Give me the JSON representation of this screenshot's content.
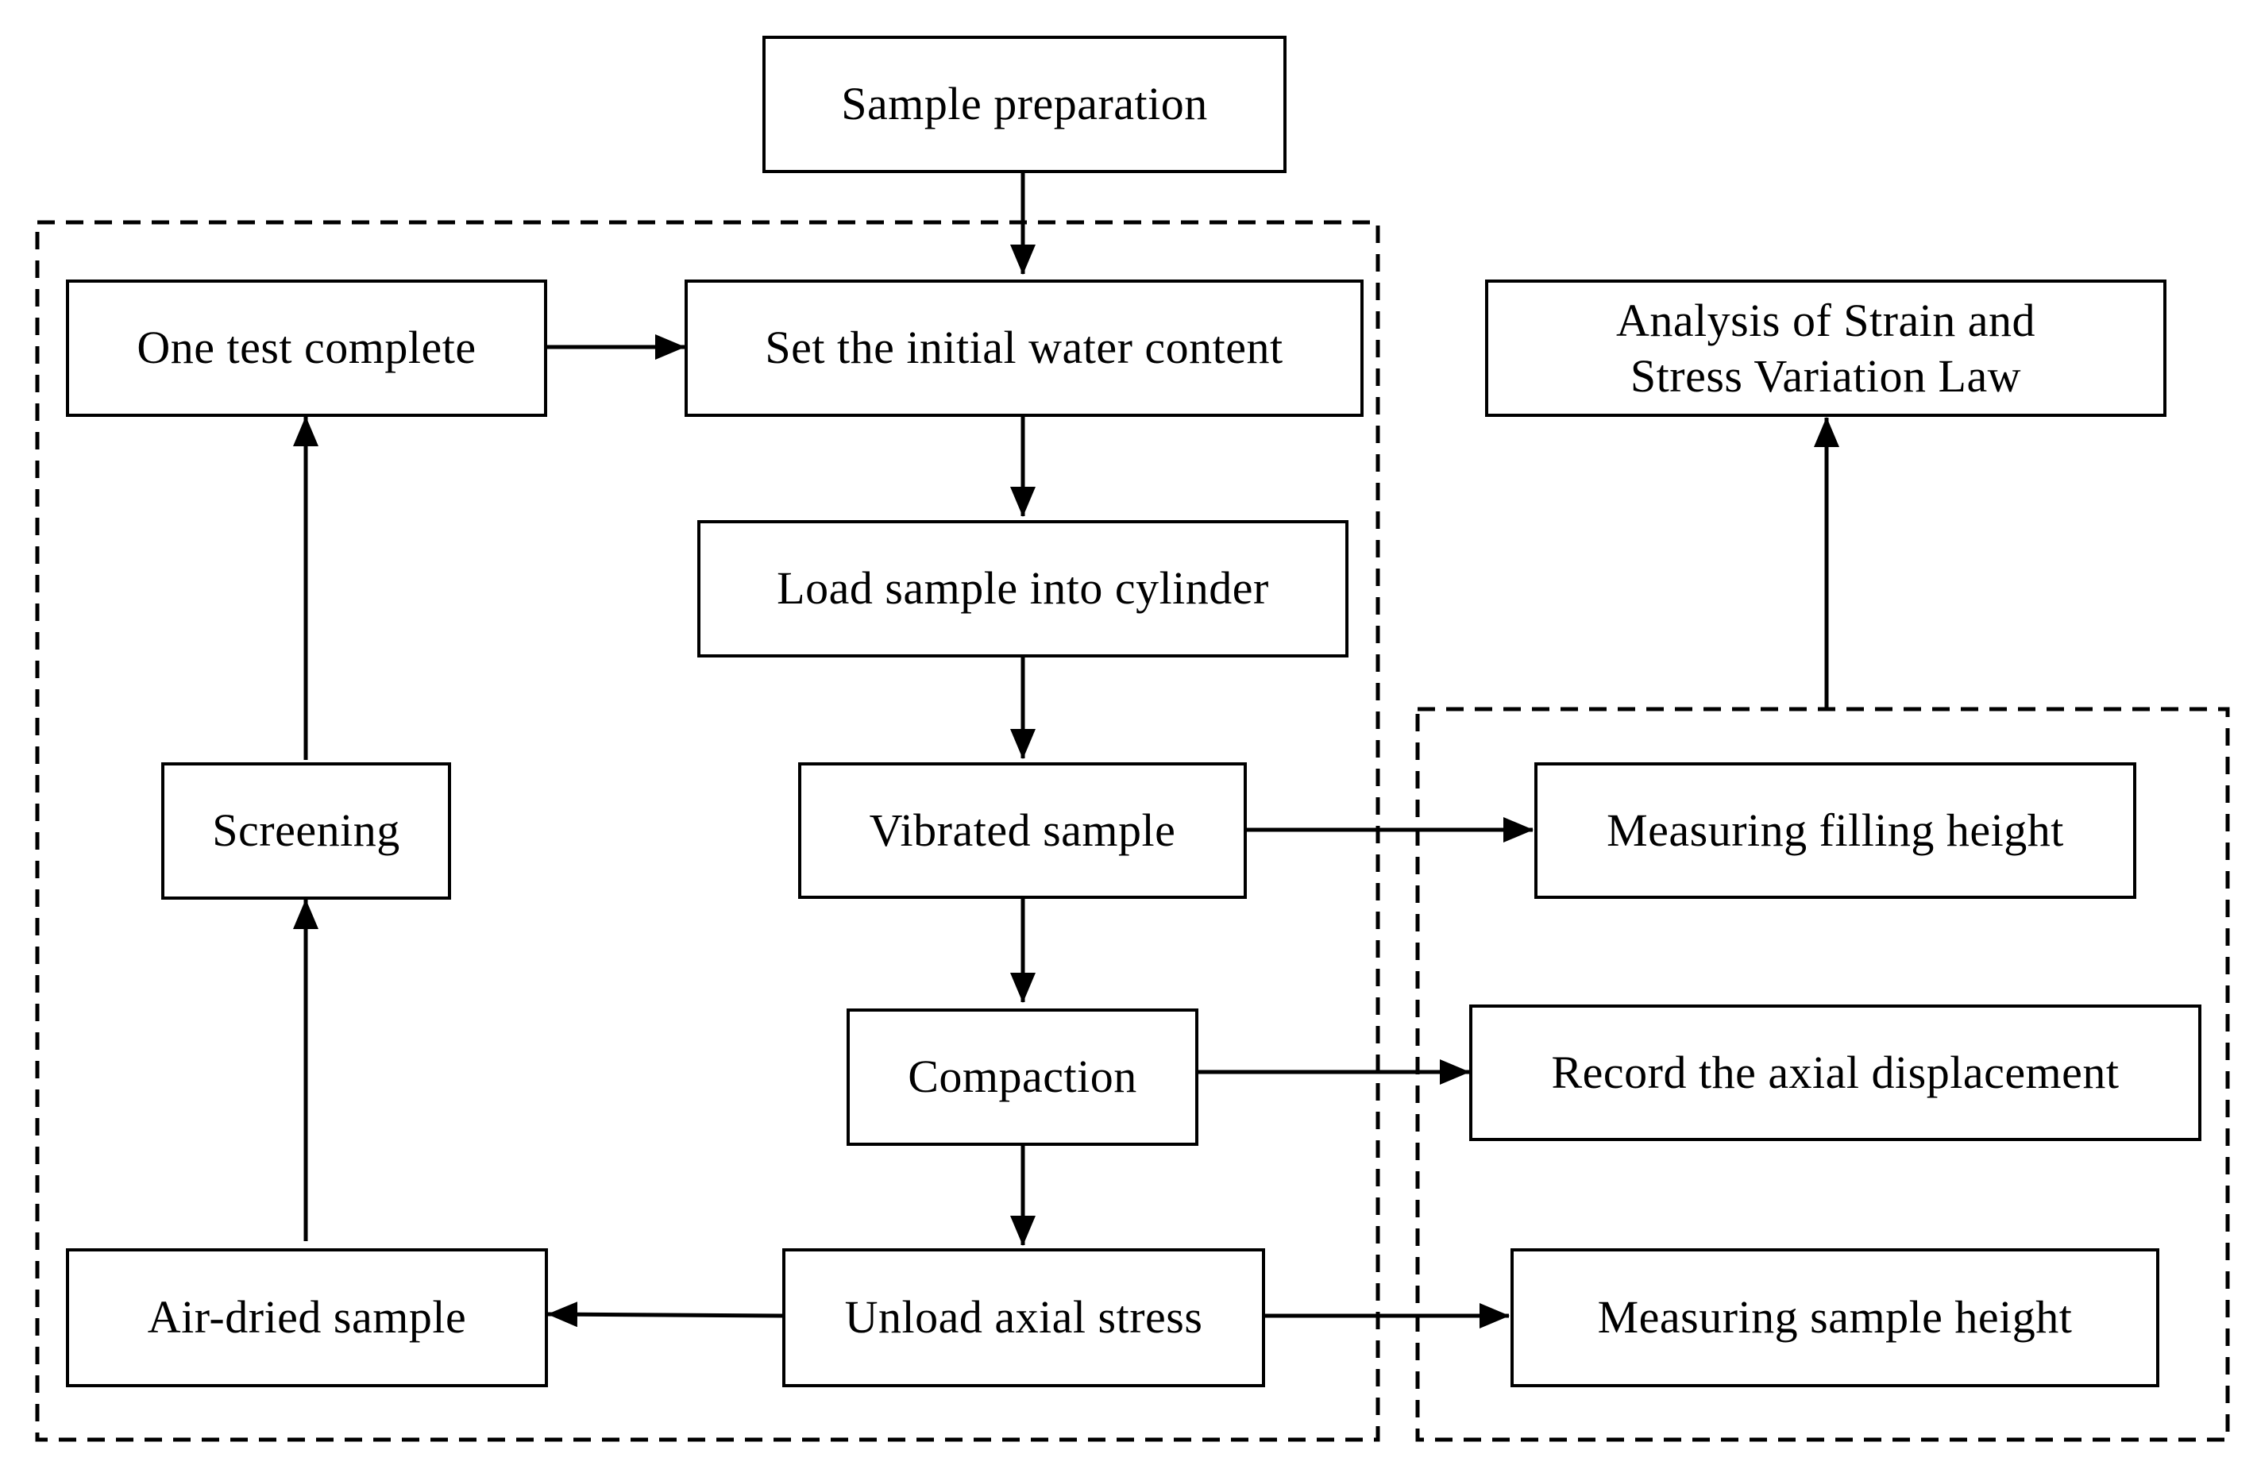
{
  "nodes": {
    "sample_preparation": "Sample preparation",
    "set_initial_water_content": "Set the initial water content",
    "one_test_complete": "One test complete",
    "analysis": "Analysis of Strain and\nStress Variation Law",
    "load_sample": "Load sample into cylinder",
    "screening": "Screening",
    "vibrated_sample": "Vibrated sample",
    "measuring_filling_height": "Measuring filling height",
    "compaction": "Compaction",
    "record_axial_displacement": "Record the axial displacement",
    "air_dried_sample": "Air-dried sample",
    "unload_axial_stress": "Unload axial stress",
    "measuring_sample_height": "Measuring sample height"
  },
  "colors": {
    "stroke": "#000000",
    "background": "#ffffff"
  }
}
